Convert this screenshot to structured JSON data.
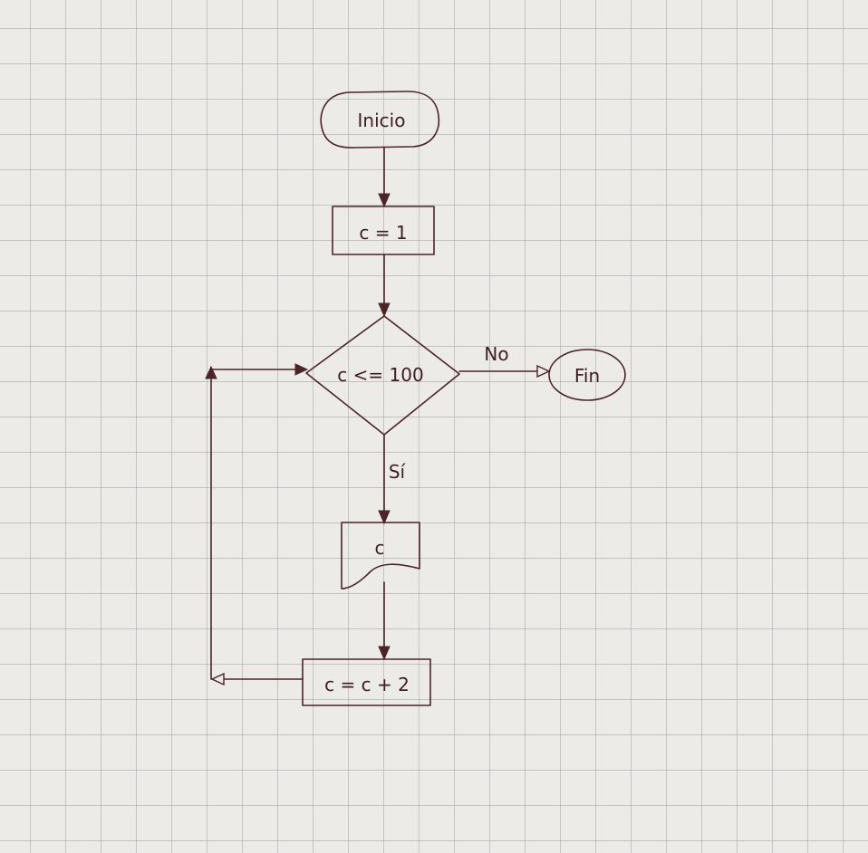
{
  "start": "Inicio",
  "init": "c = 1",
  "decision": "c <= 100",
  "no_label": "No",
  "end": "Fin",
  "yes_label": "Sí",
  "output": "c",
  "increment": "c = c + 2",
  "colors": {
    "ink": "#4a2428",
    "paper": "#ecebe8",
    "grid": "#a8a8a8"
  }
}
